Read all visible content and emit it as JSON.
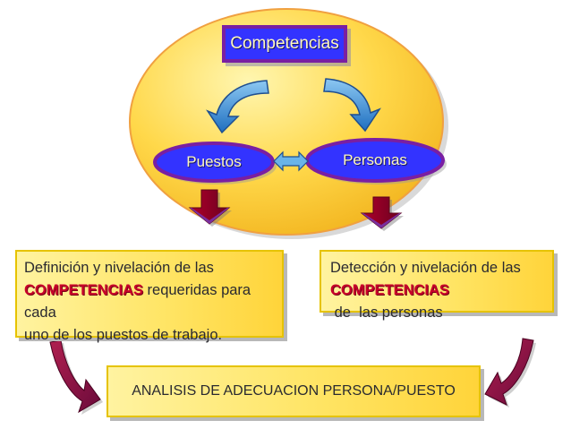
{
  "diagram": {
    "top_box": {
      "label": "Competencias"
    },
    "ovals": [
      {
        "label": "Puestos"
      },
      {
        "label": "Personas"
      }
    ],
    "left_panel": {
      "line1": "Definición y nivelación de las",
      "highlight": "COMPETENCIAS",
      "line2_rest": " requeridas para cada",
      "line3": "uno de los puestos de trabajo."
    },
    "right_panel": {
      "line1": "Detección y nivelación de las",
      "highlight": "COMPETENCIAS",
      "line2_rest": " de  las personas"
    },
    "bottom_panel": {
      "label": "ANALISIS DE ADECUACION PERSONA/PUESTO"
    }
  },
  "colors": {
    "ellipse_fill": "#ffd23f",
    "ellipse_border": "#f4a43a",
    "box_fill": "#3333ff",
    "box_border": "#7a1fa2",
    "curved_arrow": "#3f8fd6",
    "down_arrow": "#a8002a",
    "side_arrow": "#8a0a3a",
    "highlight_text": "#c8002a"
  }
}
